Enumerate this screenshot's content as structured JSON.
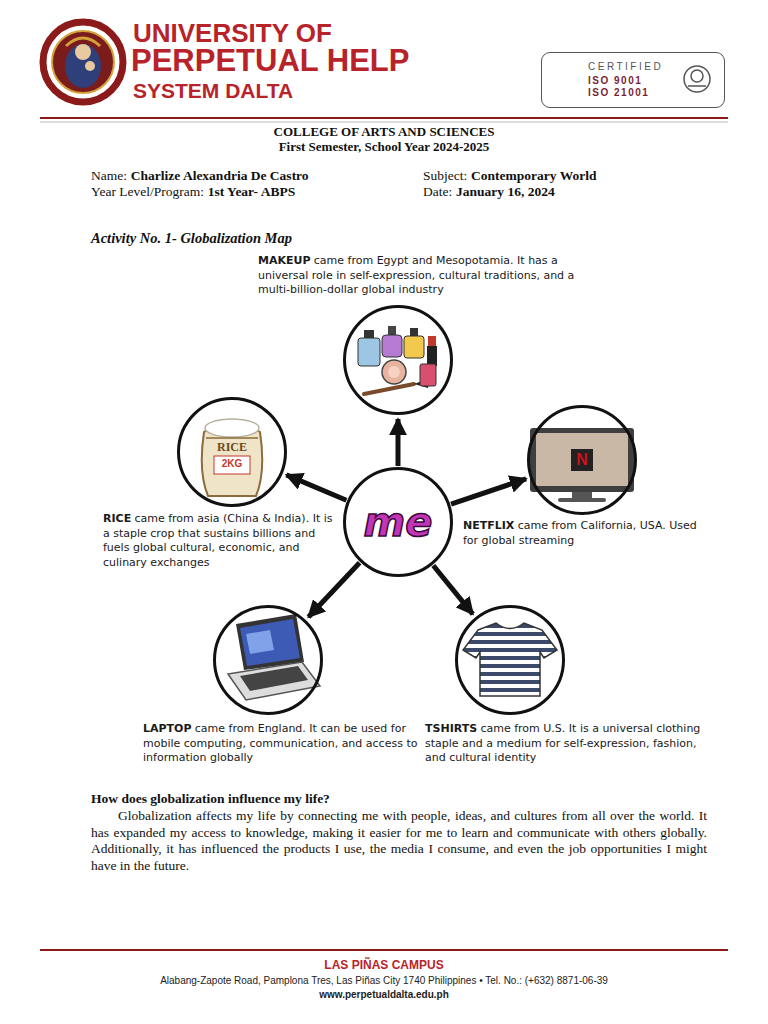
{
  "diagram": {
    "title": "Activity No. 1- Globalization Map",
    "nodes": [
      {
        "text": [
          "CERTIFIED",
          "ISO 9001",
          "ISO 21001"
        ]
      },
      {
        "text": [
          "MAKEUP",
          "came from Egypt and Mesopotamia. It has a universal role in self-expression, cultural traditions, and a multi-billion-dollar global industry"
        ]
      },
      {
        "text": [
          "RICE",
          "came from asia (China & India). It is a staple crop that sustains billions and fuels global cultural, economic, and culinary exchanges"
        ]
      },
      {
        "text": [
          "me"
        ]
      },
      {
        "text": [
          "NETFLIX",
          "came from California, USA. Used for global streaming"
        ]
      },
      {
        "text": [
          "LAPTOP",
          "came from England. It can be used for mobile computing, communication, and access to information globally"
        ]
      },
      {
        "text": [
          "TSHIRTS",
          "came from U.S. It is a universal clothing staple and a medium for self-expression, fashion, and cultural identity"
        ]
      }
    ],
    "edges": [
      {
        "from": 3,
        "to": 1,
        "arrow": "to"
      },
      {
        "from": 3,
        "to": 2,
        "arrow": "to"
      },
      {
        "from": 3,
        "to": 4,
        "arrow": "to"
      },
      {
        "from": 3,
        "to": 5,
        "arrow": "to"
      },
      {
        "from": 3,
        "to": 6,
        "arrow": "to"
      }
    ],
    "labels": [
      "UNIVERSITY OF",
      "PERPETUAL HELP",
      "SYSTEM DALTA",
      "COLLEGE OF ARTS AND SCIENCES",
      "First Semester, School Year 2024-2025",
      "Name:",
      "Charlize Alexandria De Castro",
      "Subject:",
      "Contemporary World",
      "Year Level/Program:",
      "1st Year- ABPS",
      "Date:",
      "January 16, 2024",
      "RICE",
      "2KG",
      "N",
      "How does globalization influence my life?",
      "Globalization affects my life by connecting me with people, ideas, and cultures from all over the world. It has expanded my access to knowledge, making it easier for me to learn and communicate with others globally. Additionally, it has influenced the products I use, the media I consume, and even the job opportunities I might have in the future.",
      "LAS PIÑAS CAMPUS",
      "Alabang-Zapote Road, Pamplona Tres, Las Piñas City 1740 Philippines • Tel. No.: (+632) 8871-06-39",
      "www.perpetualdalta.edu.ph"
    ]
  }
}
